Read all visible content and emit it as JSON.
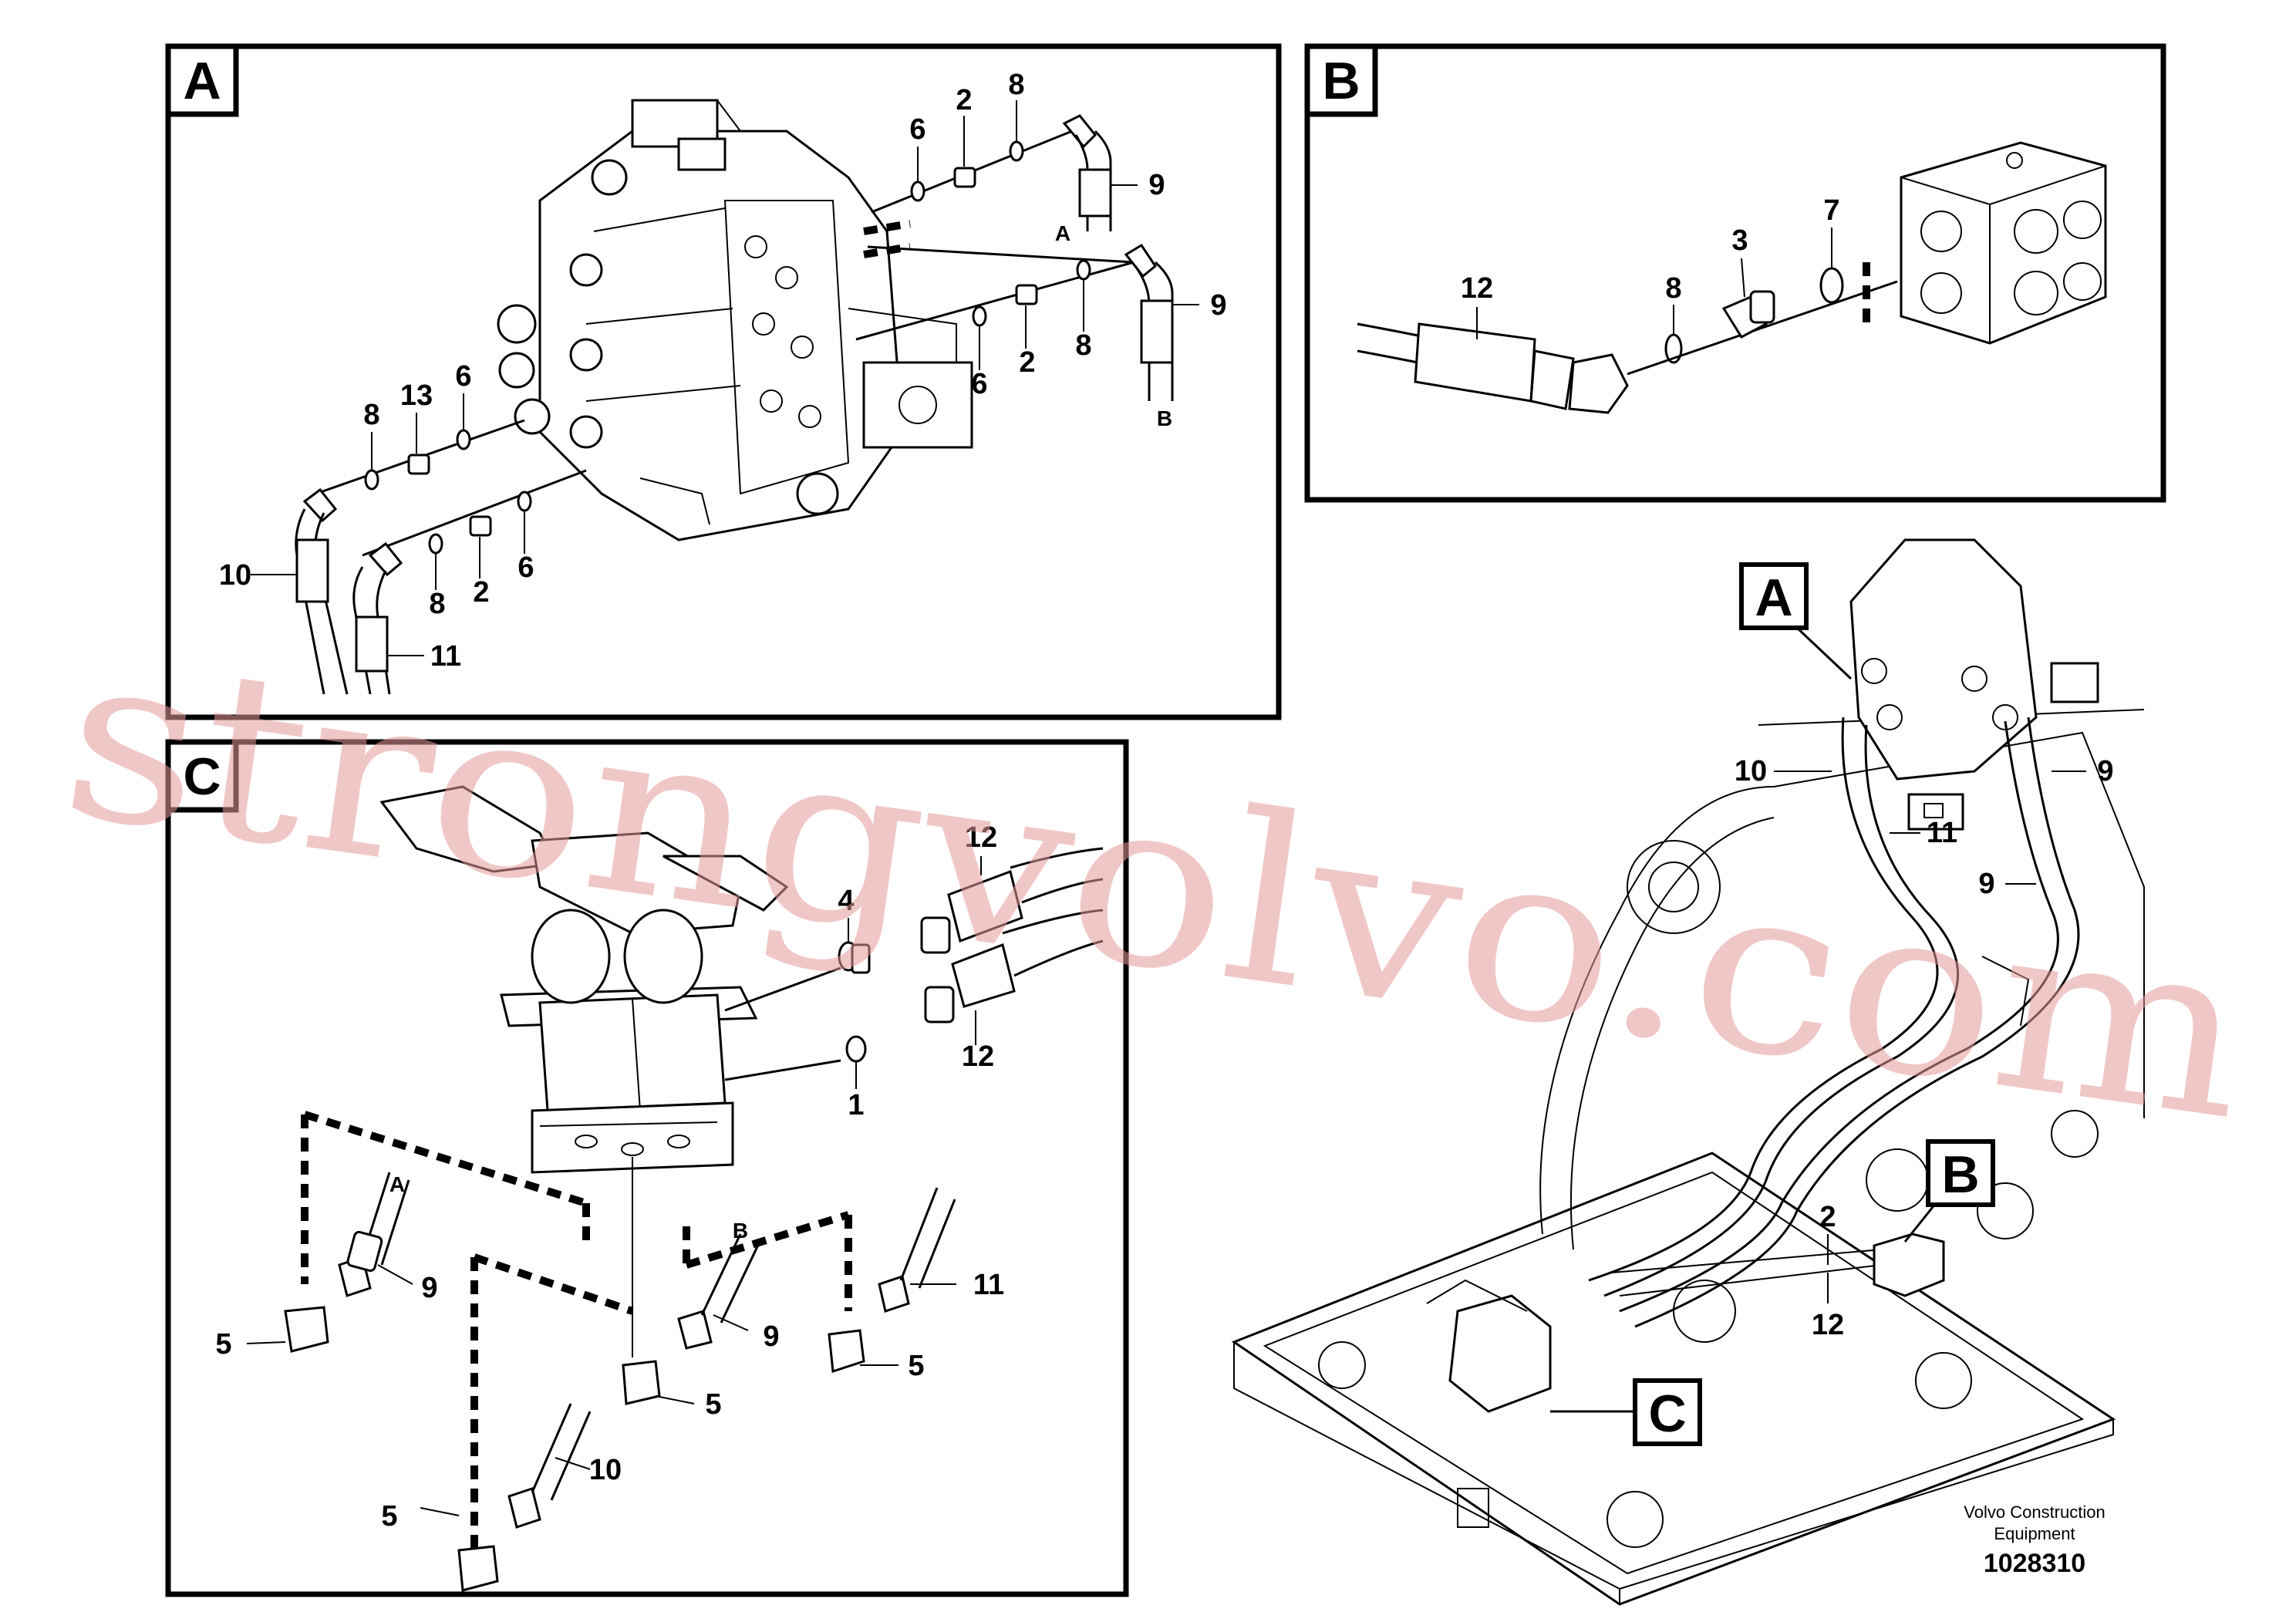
{
  "panels": {
    "a": {
      "letter": "A",
      "callouts": [
        "6",
        "2",
        "8",
        "9",
        "A",
        "9",
        "B",
        "8",
        "2",
        "6",
        "8",
        "13",
        "6",
        "10",
        "8",
        "2",
        "6",
        "11"
      ]
    },
    "b": {
      "letter": "B",
      "callouts": [
        "12",
        "8",
        "3",
        "7"
      ]
    },
    "c": {
      "letter": "C",
      "callouts": [
        "12",
        "4",
        "12",
        "1",
        "A",
        "9",
        "5",
        "B",
        "9",
        "5",
        "11",
        "5",
        "10",
        "5"
      ]
    }
  },
  "overview": {
    "frame_labels": [
      "A",
      "B",
      "C"
    ],
    "callouts": [
      "10",
      "9",
      "11",
      "9",
      "2",
      "12"
    ]
  },
  "watermark": "strongvolvo.com",
  "credit": {
    "line1": "Volvo Construction",
    "line2": "Equipment"
  },
  "document_number": "1028310",
  "colors": {
    "line": "#000000",
    "background": "#ffffff",
    "watermark": "#e59a9a"
  }
}
